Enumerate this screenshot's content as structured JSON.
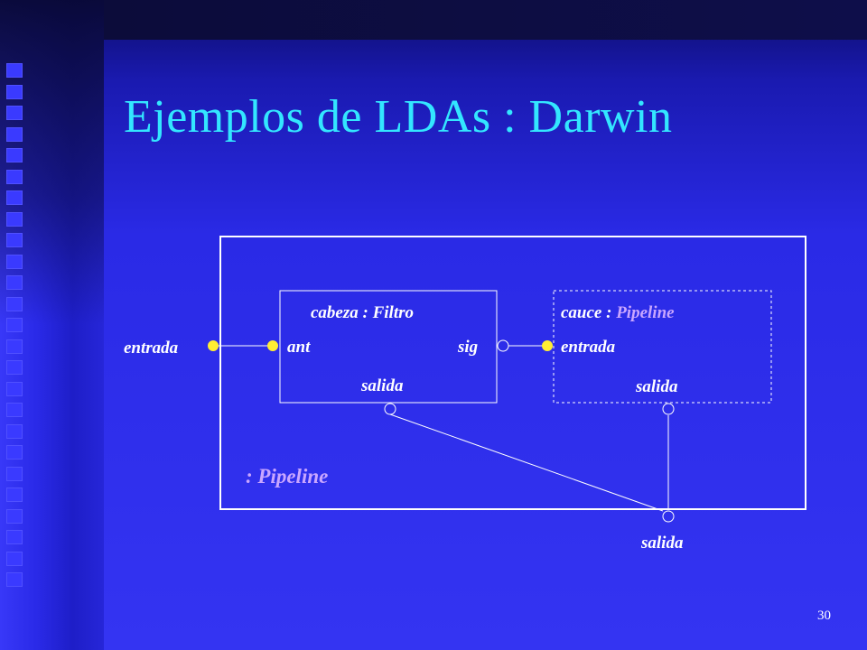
{
  "slide": {
    "title": "Ejemplos de LDAs : Darwin",
    "page_number": "30"
  },
  "diagram": {
    "outer_component_label": ": Pipeline",
    "outer_input_label": "entrada",
    "outer_output_label": "salida",
    "cabeza": {
      "instance": "cabeza",
      "separator": " : ",
      "type": "Filtro",
      "port_ant": "ant",
      "port_sig": "sig",
      "port_salida": "salida"
    },
    "cauce": {
      "instance": "cauce",
      "separator": " : ",
      "type": "Pipeline",
      "port_entrada": "entrada",
      "port_salida": "salida"
    }
  },
  "colors": {
    "title": "#33e6ff",
    "provided_port": "#ffee33",
    "type_label": "#c9a6ff",
    "lines": "#ffffff"
  }
}
